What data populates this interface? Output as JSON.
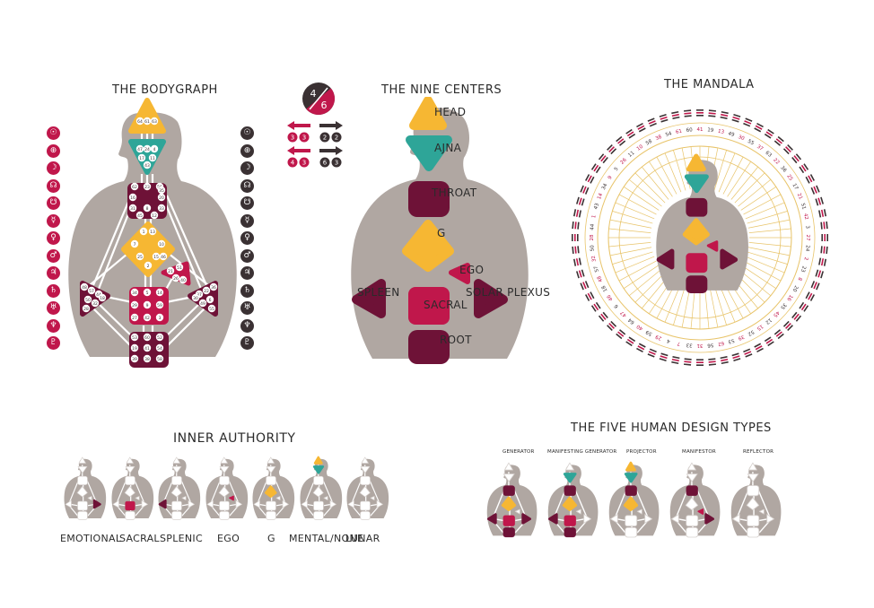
{
  "titles": {
    "bodygraph": "THE BODYGRAPH",
    "nine_centers": "THE NINE CENTERS",
    "mandala": "THE MANDALA",
    "inner_authority": "INNER AUTHORITY",
    "five_types": "THE FIVE HUMAN DESIGN TYPES"
  },
  "profile_badge": {
    "top": "4",
    "bottom": "6"
  },
  "arrows": [
    {
      "dir": "left",
      "color": "#c0174b",
      "nums": [
        "3",
        "3"
      ]
    },
    {
      "dir": "right",
      "color": "#3a3133",
      "nums": [
        "2",
        "2"
      ]
    },
    {
      "dir": "left",
      "color": "#c0174b",
      "nums": [
        "4",
        "3"
      ]
    },
    {
      "dir": "right",
      "color": "#3a3133",
      "nums": [
        "6",
        "3"
      ]
    }
  ],
  "planets_left": [
    "☉",
    "⊕",
    "☽",
    "☊",
    "☋",
    "☿",
    "♀",
    "♂",
    "♃",
    "♄",
    "♅",
    "♆",
    "♇"
  ],
  "planets_right": [
    "☉",
    "⊕",
    "☽",
    "☊",
    "☋",
    "☿",
    "♀",
    "♂",
    "♃",
    "♄",
    "♅",
    "♆",
    "♇"
  ],
  "centers": {
    "head": "HEAD",
    "ajna": "AJNA",
    "throat": "THROAT",
    "g": "G",
    "ego": "EGO",
    "spleen": "SPLEEN",
    "sacral": "SACRAL",
    "solar_plexus": "SOLAR PLEXUS",
    "root": "ROOT"
  },
  "authority_labels": [
    "EMOTIONAL",
    "SACRAL",
    "SPLENIC",
    "EGO",
    "G",
    "MENTAL/NONE",
    "LUNAR"
  ],
  "type_labels": [
    "GENERATOR",
    "MANIFESTING GENERATOR",
    "PROJECTOR",
    "MANIFESTOR",
    "REFLECTOR"
  ],
  "bodygraph_gates": {
    "head": [
      "64",
      "61",
      "63"
    ],
    "ajna": [
      "47",
      "24",
      "4",
      "17",
      "11",
      "43"
    ],
    "throat": [
      "62",
      "23",
      "56",
      "16",
      "20",
      "31",
      "8",
      "33",
      "45",
      "12",
      "35"
    ],
    "g": [
      "1",
      "13",
      "7",
      "10",
      "25",
      "15",
      "2",
      "46"
    ],
    "ego": [
      "21",
      "51",
      "26",
      "40"
    ],
    "spleen": [
      "48",
      "57",
      "44",
      "50",
      "32",
      "28",
      "18"
    ],
    "solar": [
      "36",
      "22",
      "37",
      "6",
      "49",
      "55",
      "30"
    ],
    "sacral": [
      "34",
      "5",
      "14",
      "29",
      "59",
      "27",
      "42",
      "3",
      "9"
    ],
    "root": [
      "53",
      "60",
      "52",
      "19",
      "54",
      "39",
      "38",
      "58",
      "41"
    ]
  },
  "mandala_outer": [
    "41",
    "19",
    "13",
    "49",
    "30",
    "55",
    "37",
    "63",
    "22",
    "36",
    "25",
    "17",
    "21",
    "51",
    "42",
    "3",
    "27",
    "24",
    "2",
    "23",
    "8",
    "20",
    "16",
    "35",
    "45",
    "12",
    "15",
    "52",
    "39",
    "53",
    "62",
    "56",
    "31",
    "33",
    "7",
    "4",
    "29",
    "59",
    "40",
    "64",
    "47",
    "6",
    "46",
    "18",
    "48",
    "57",
    "32",
    "50",
    "28",
    "44",
    "1",
    "43",
    "14",
    "34",
    "9",
    "5",
    "26",
    "11",
    "10",
    "58",
    "38",
    "54",
    "61",
    "60"
  ],
  "colors": {
    "body": "#b0a7a2",
    "head": "#f6b733",
    "ajna": "#2ea598",
    "dark": "#6e1237",
    "red": "#c0174b",
    "line_white": "#ffffff",
    "mandala_gold": "#e8c46a"
  }
}
